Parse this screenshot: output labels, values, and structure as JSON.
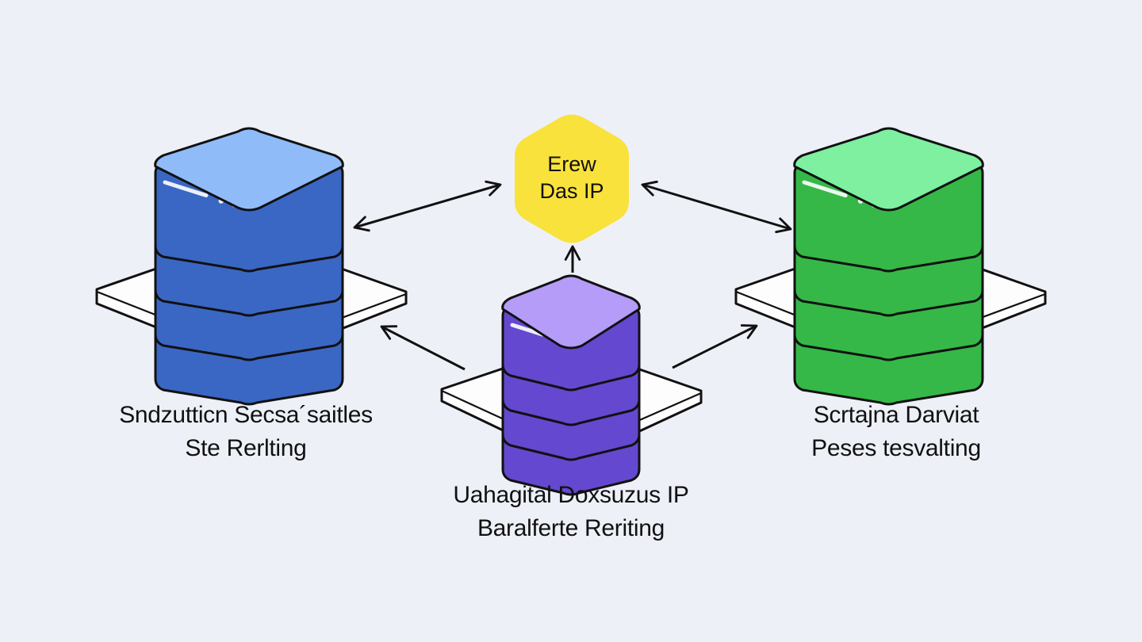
{
  "diagram": {
    "hub": {
      "line1": "Erew",
      "line2": "Das IP",
      "color": "#f9e23c"
    },
    "nodes": {
      "left": {
        "line1": "Sndzutticn Secsa´saitles",
        "line2": "Ste Rerlting",
        "color_top": "#8fbcf8",
        "color_body": "#3a67c4"
      },
      "right": {
        "line1": "Scrtajna Darviat",
        "line2": "Peses tesvalting",
        "color_top": "#7ef0a0",
        "color_body": "#35b848"
      },
      "bottom": {
        "line1": "Uahagital Doxsuzus IP",
        "line2": "Baralferte Reriting",
        "color_top": "#b49cf8",
        "color_body": "#6448cf"
      }
    }
  }
}
